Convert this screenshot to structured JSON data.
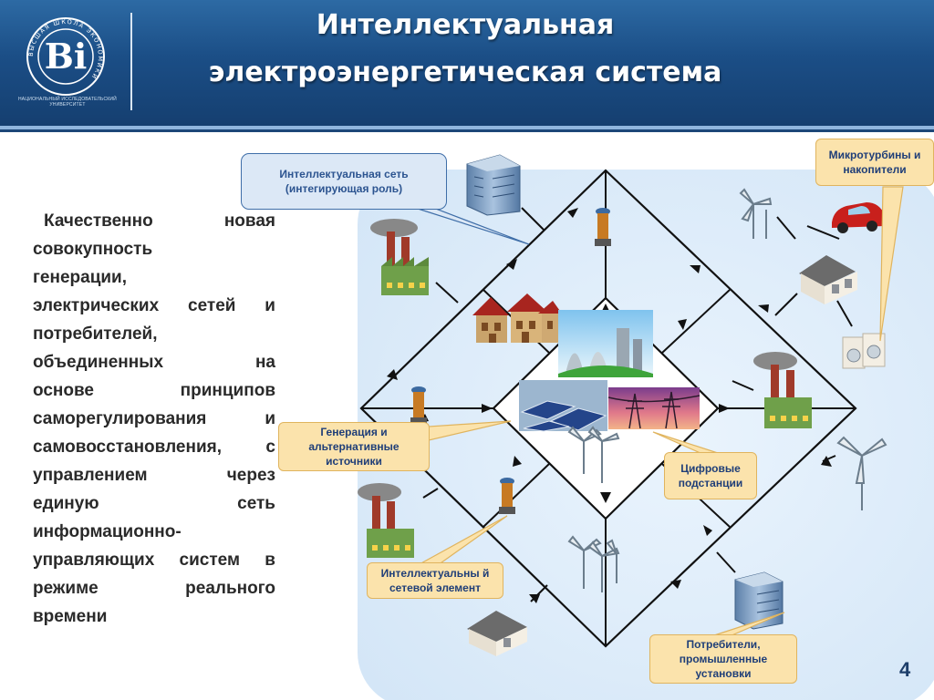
{
  "header": {
    "title_line1": "Интеллектуальная",
    "title_line2": "электроэнергетическая система",
    "university_text": "НАЦИОНАЛЬНЫЙ ИССЛЕДОВАТЕЛЬСКИЙ УНИВЕРСИТЕТ",
    "logo_ring_text": "ВЫСШАЯ ШКОЛА ЭКОНОМИКИ",
    "logo_icon": "hse-logo-icon"
  },
  "body": {
    "lines": [
      "Качественно новая",
      "совокупность",
      "генерации,",
      "электрических сетей и",
      "потребителей,",
      "объединенных на",
      "основе принципов",
      "саморегулирования и",
      "самовосстановления, с",
      "управлением через",
      "единую сеть",
      "информационно-",
      "управляющих систем в",
      "режиме реального",
      "времени"
    ]
  },
  "callouts": {
    "intelligent_grid": "Интеллектуальная сеть (интегирующая роль)",
    "microturbines": "Микротурбины и накопители",
    "generation": "Генерация и альтернативные источники",
    "digital_substations": "Цифровые подстанции",
    "network_element": "Интеллектуальны й сетевой элемент",
    "consumers": "Потребители, промышленные установки"
  },
  "icons": [
    "office-building-icon",
    "factory-icon",
    "wind-turbine-icon",
    "car-icon",
    "house-icon",
    "washing-machine-icon",
    "power-plant-icon",
    "solar-panels-icon",
    "transmission-tower-icon",
    "transformer-icon",
    "arrow-icon"
  ],
  "colors": {
    "header_blue": "#1b4e86",
    "diagram_bg": "#dfeefb",
    "callout_blue_border": "#3f6ea8",
    "callout_yellow_fill": "#fbe3ac"
  },
  "page_number": "4"
}
